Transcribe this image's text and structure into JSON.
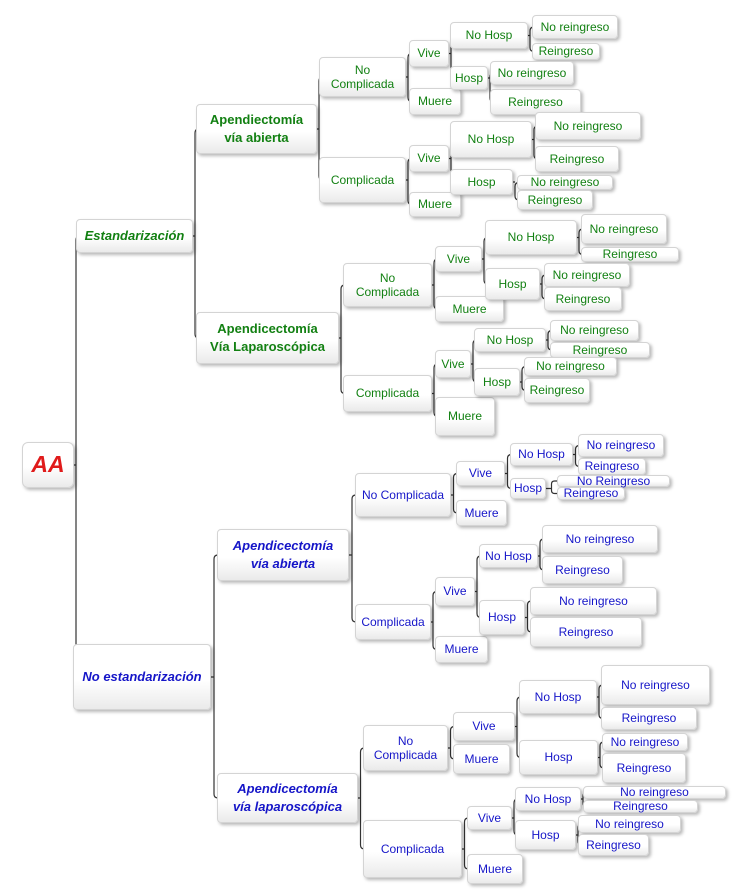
{
  "colors": {
    "root": "#e01b1b",
    "green": "#128012",
    "blue": "#1515c8",
    "line": "#333333"
  },
  "tree": {
    "root": {
      "label": "AA"
    },
    "estandarizacion": {
      "label": "Estandarización",
      "abierta": {
        "line1": "Apendiectomía",
        "line2": "vía abierta",
        "no_complicada": {
          "line1": "No",
          "line2": "Complicada",
          "vive": "Vive",
          "muere": "Muere",
          "no_hosp": "No Hosp",
          "no_hosp_no_reingreso": "No reingreso",
          "no_hosp_reingreso": "Reingreso",
          "hosp": "Hosp",
          "hosp_no_reingreso": "No reingreso",
          "hosp_reingreso": "Reingreso"
        },
        "complicada": {
          "label": "Complicada",
          "vive": "Vive",
          "muere": "Muere",
          "no_hosp": "No Hosp",
          "no_hosp_no_reingreso": "No reingreso",
          "no_hosp_reingreso": "Reingreso",
          "hosp": "Hosp",
          "hosp_no_reingreso": "No reingreso",
          "hosp_reingreso": "Reingreso"
        }
      },
      "laparoscopica": {
        "line1": "Apendicectomía",
        "line2": "Vía Laparoscópica",
        "no_complicada": {
          "line1": "No",
          "line2": "Complicada",
          "vive": "Vive",
          "muere": "Muere",
          "no_hosp": "No Hosp",
          "no_hosp_no_reingreso": "No reingreso",
          "no_hosp_reingreso": "Reingreso",
          "hosp": "Hosp",
          "hosp_no_reingreso": "No reingreso",
          "hosp_reingreso": "Reingreso"
        },
        "complicada": {
          "label": "Complicada",
          "vive": "Vive",
          "muere": "Muere",
          "no_hosp": "No Hosp",
          "no_hosp_no_reingreso": "No reingreso",
          "no_hosp_reingreso": "Reingreso",
          "hosp": "Hosp",
          "hosp_no_reingreso": "No reingreso",
          "hosp_reingreso": "Reingreso"
        }
      }
    },
    "no_estandarizacion": {
      "label": "No estandarización",
      "abierta": {
        "line1": "Apendicectomía",
        "line2": "vía abierta",
        "no_complicada": {
          "label": "No Complicada",
          "vive": "Vive",
          "muere": "Muere",
          "no_hosp": "No Hosp",
          "no_hosp_no_reingreso": "No reingreso",
          "no_hosp_reingreso": "Reingreso",
          "hosp": "Hosp",
          "hosp_no_reingreso": "No Reingreso",
          "hosp_reingreso": "Reingreso"
        },
        "complicada": {
          "label": "Complicada",
          "vive": "Vive",
          "muere": "Muere",
          "no_hosp": "No Hosp",
          "no_hosp_no_reingreso": "No reingreso",
          "no_hosp_reingreso": "Reingreso",
          "hosp": "Hosp",
          "hosp_no_reingreso": "No reingreso",
          "hosp_reingreso": "Reingreso"
        }
      },
      "laparoscopica": {
        "line1": "Apendicectomía",
        "line2": "vía laparoscópica",
        "no_complicada": {
          "line1": "No",
          "line2": "Complicada",
          "vive": "Vive",
          "muere": "Muere",
          "no_hosp": "No Hosp",
          "no_hosp_no_reingreso": "No reingreso",
          "no_hosp_reingreso": "Reingreso",
          "hosp": "Hosp",
          "hosp_no_reingreso": "No reingreso",
          "hosp_reingreso": "Reingreso"
        },
        "complicada": {
          "label": "Complicada",
          "vive": "Vive",
          "muere": "Muere",
          "no_hosp": "No Hosp",
          "no_hosp_no_reingreso": "No reingreso",
          "no_hosp_reingreso": "Reingreso",
          "hosp": "Hosp",
          "hosp_no_reingreso": "No reingreso",
          "hosp_reingreso": "Reingreso"
        }
      }
    }
  }
}
